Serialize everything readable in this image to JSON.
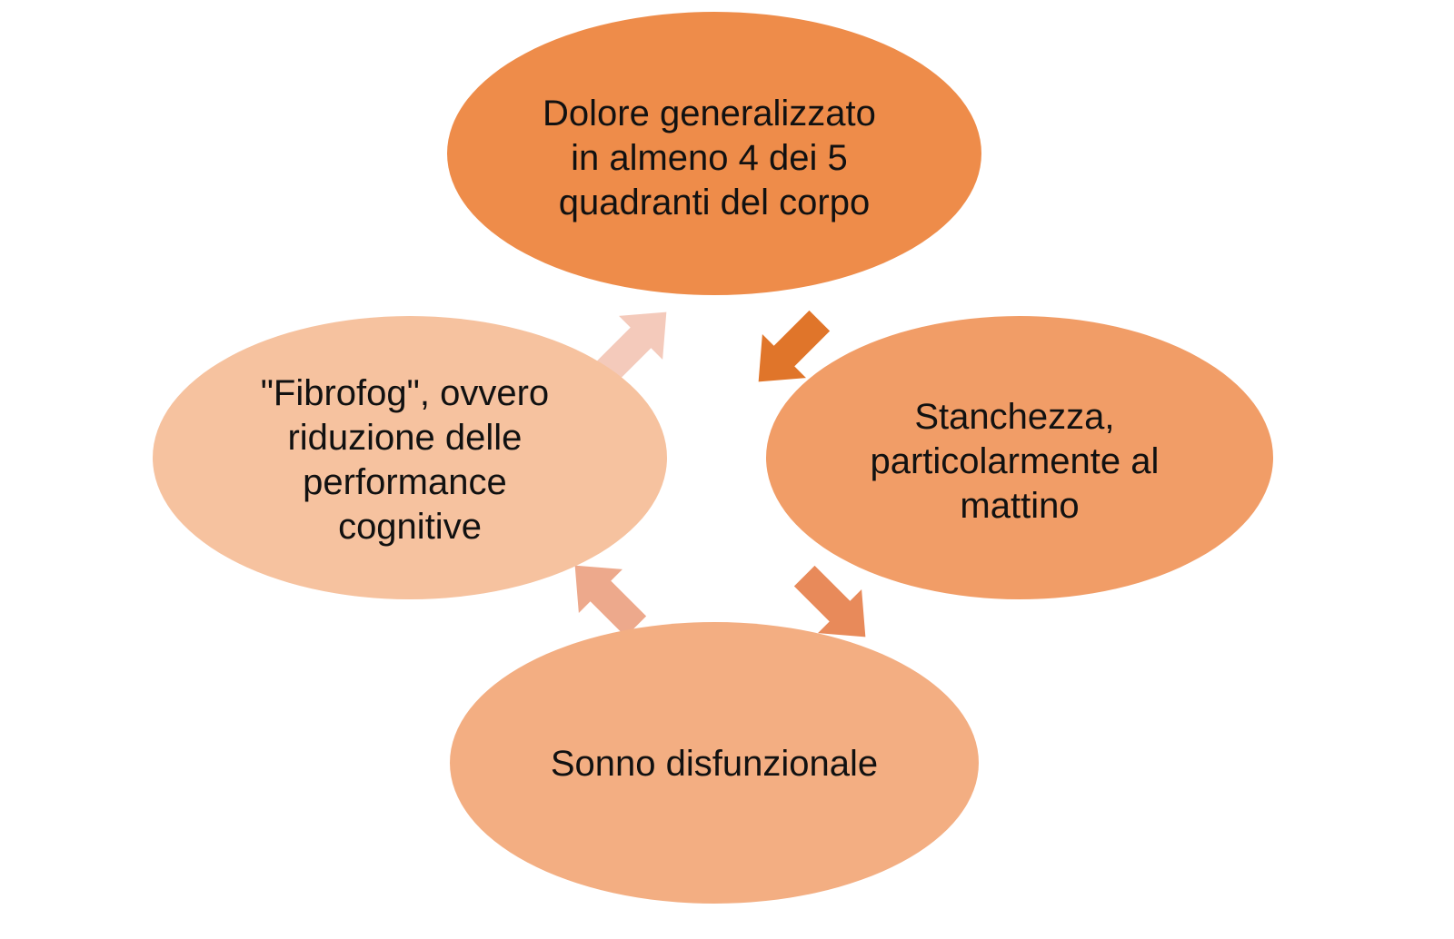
{
  "diagram": {
    "type": "cycle",
    "nodes": [
      {
        "id": "top",
        "lines": [
          "Dolore generalizzato",
          "in almeno 4 dei 5",
          "quadranti del corpo"
        ],
        "color": "#EE8C4A"
      },
      {
        "id": "right",
        "lines": [
          "Stanchezza,",
          "particolarmente al",
          "mattino"
        ],
        "color": "#F19D67"
      },
      {
        "id": "bottom",
        "lines": [
          "Sonno disfunzionale"
        ],
        "color": "#F3AE82"
      },
      {
        "id": "left",
        "lines": [
          "\"Fibrofog\", ovvero",
          "riduzione delle",
          "performance",
          "cognitive"
        ],
        "color": "#F6C29F"
      }
    ],
    "arrows": [
      {
        "from": "top",
        "to": "right",
        "color": "#E0752A"
      },
      {
        "from": "right",
        "to": "bottom",
        "color": "#E88A5A"
      },
      {
        "from": "bottom",
        "to": "left",
        "color": "#EDA98C"
      },
      {
        "from": "left",
        "to": "top",
        "color": "#F4CABB"
      }
    ]
  }
}
